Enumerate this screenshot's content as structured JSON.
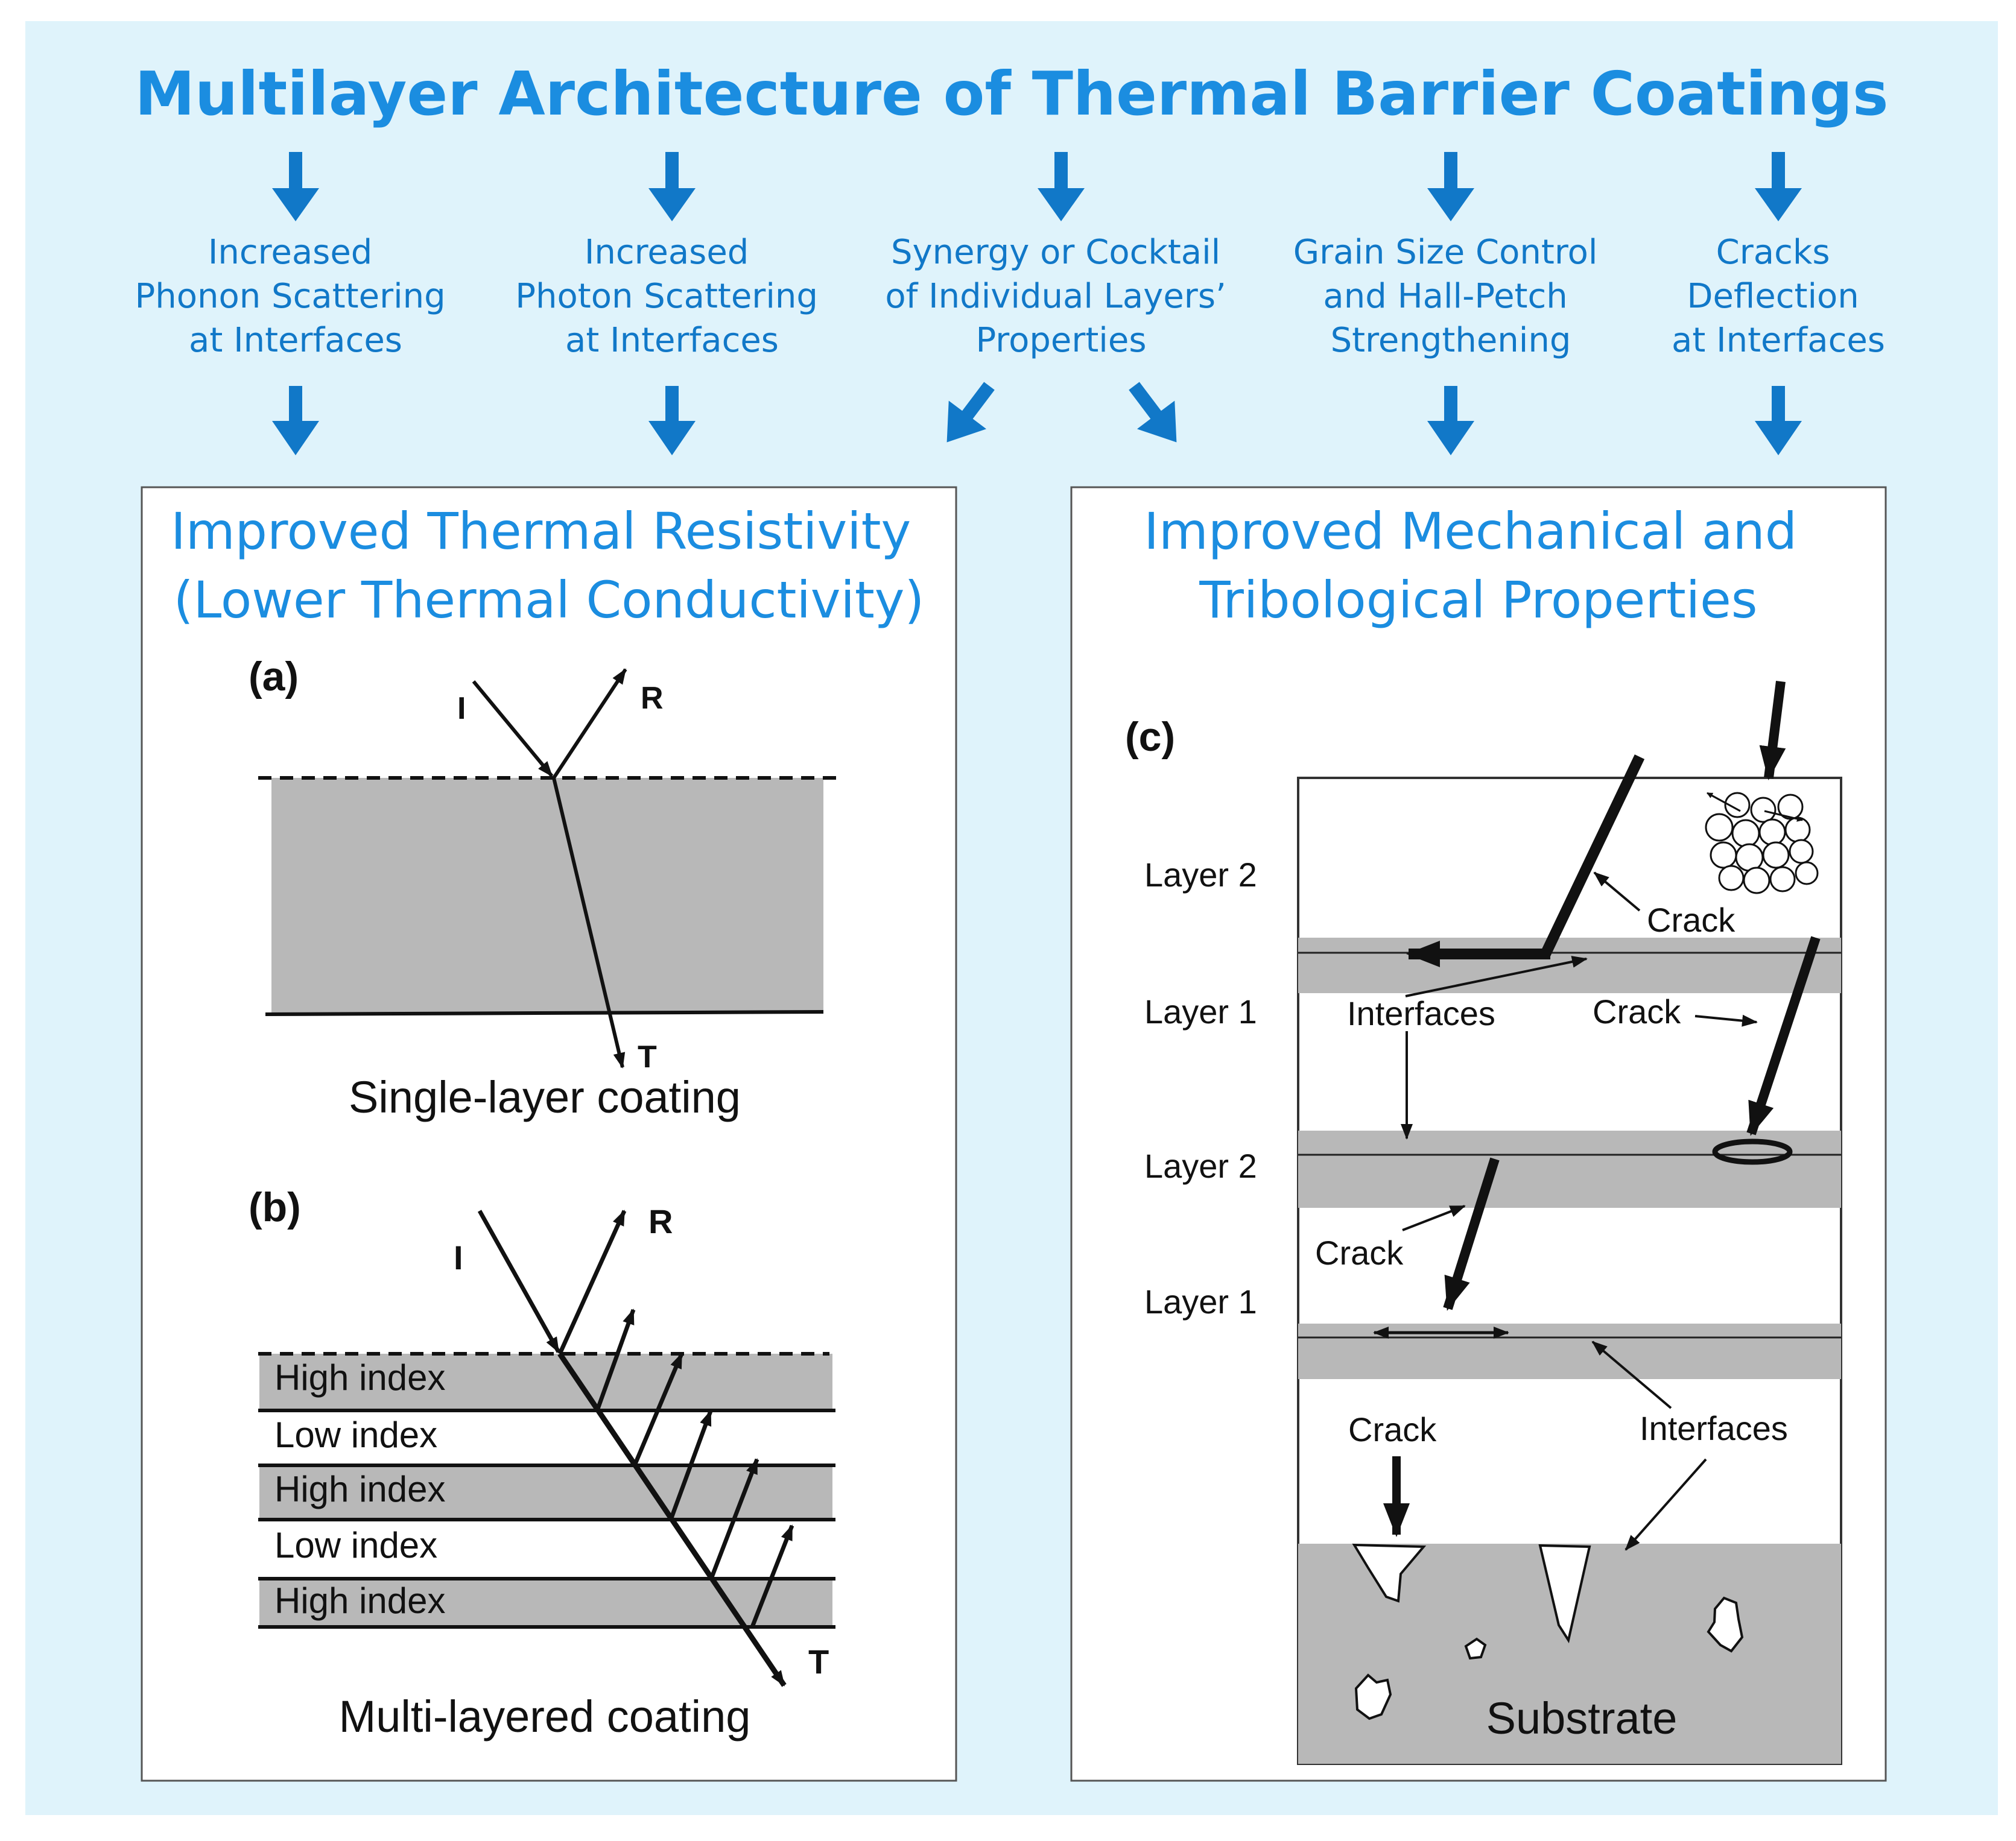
{
  "title": "Multilayer Architecture of Thermal Barrier Coatings",
  "mechanisms": [
    {
      "lines": [
        "Increased",
        "Phonon Scattering",
        "at Interfaces"
      ]
    },
    {
      "lines": [
        "Increased",
        "Photon Scattering",
        "at Interfaces"
      ]
    },
    {
      "lines": [
        "Synergy or Cocktail",
        "of Individual Layers’",
        "Properties"
      ]
    },
    {
      "lines": [
        "Grain Size Control",
        "and Hall-Petch",
        "Strengthening"
      ]
    },
    {
      "lines": [
        "Cracks",
        "Deflection",
        "at Interfaces"
      ]
    }
  ],
  "left_panel": {
    "heading": [
      "Improved Thermal Resistivity",
      "(Lower Thermal Conductivity)"
    ],
    "a": {
      "tag": "(a)",
      "incident": "I",
      "reflected": "R",
      "transmitted": "T",
      "caption": "Single-layer coating"
    },
    "b": {
      "tag": "(b)",
      "incident": "I",
      "reflected": "R",
      "transmitted": "T",
      "layers": [
        "High index",
        "Low index",
        "High index",
        "Low index",
        "High index"
      ],
      "caption": "Multi-layered coating"
    }
  },
  "right_panel": {
    "heading": [
      "Improved Mechanical and",
      "Tribological Properties"
    ],
    "c": {
      "tag": "(c)",
      "layer_labels": [
        "Layer 2",
        "Layer 1",
        "Layer 2",
        "Layer 1"
      ],
      "crack_labels": [
        "Crack",
        "Crack",
        "Crack",
        "Crack"
      ],
      "interfaces_labels": [
        "Interfaces",
        "Interfaces"
      ],
      "substrate": "Substrate"
    }
  },
  "colors": {
    "background": "#dff3fb",
    "accent_blue": "#1178c8",
    "title_blue": "#1b8de0",
    "layer_gray": "#b8b8b8",
    "ink": "#111111"
  }
}
